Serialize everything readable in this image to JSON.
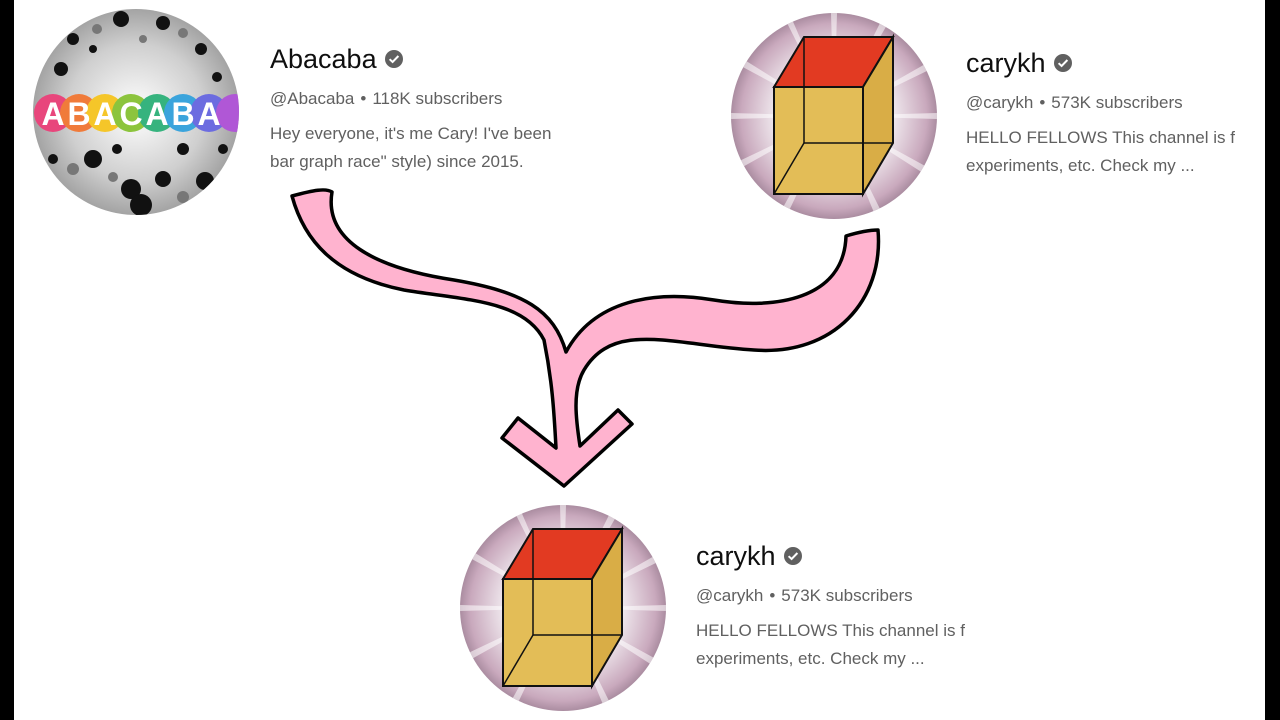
{
  "channels": {
    "abacaba": {
      "name": "Abacaba",
      "handle": "@Abacaba",
      "separator": "•",
      "subscribers": "118K subscribers",
      "desc_line1": "Hey everyone, it's me Cary! I've been",
      "desc_line2": "bar graph race\" style) since 2015.",
      "logo_text": "ABACABA"
    },
    "carykh_top": {
      "name": "carykh",
      "handle": "@carykh",
      "separator": "•",
      "subscribers": "573K subscribers",
      "desc_line1": "HELLO FELLOWS This channel is f",
      "desc_line2": "experiments, etc. Check my ..."
    },
    "carykh_bottom": {
      "name": "carykh",
      "handle": "@carykh",
      "separator": "•",
      "subscribers": "573K subscribers",
      "desc_line1": "HELLO FELLOWS This channel is f",
      "desc_line2": "experiments, etc. Check my ..."
    }
  },
  "icons": {
    "verified": "verified-check-icon",
    "arrow": "merge-arrow-icon"
  },
  "colors": {
    "arrow_fill": "#ffb3cf",
    "cube_top": "#e23a22",
    "cube_side": "#e3bd57",
    "text_primary": "#0f0f0f",
    "text_secondary": "#606060"
  }
}
